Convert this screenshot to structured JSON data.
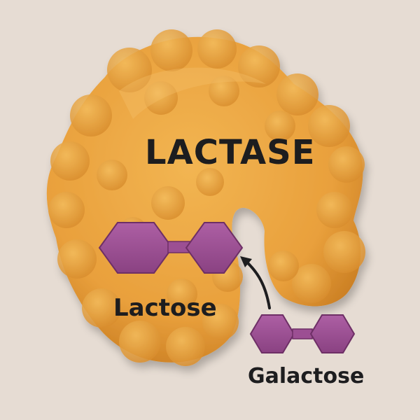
{
  "labels": {
    "enzyme": "LACTASE",
    "bound_substrate": "Lactose",
    "product": "Galactose"
  },
  "colors": {
    "background": "#e6dcd3",
    "enzyme_fill": "#e9a03c",
    "enzyme_shade": "#c97d22",
    "sugar_fill": "#9c4f93",
    "sugar_edge": "#6e2f66",
    "text": "#1d1d1f",
    "arrow": "#1d1d1f"
  },
  "icons": {
    "enzyme": "enzyme-blob",
    "bound_substrate": "disaccharide-hexagons",
    "product": "disaccharide-hexagons",
    "reaction": "curved-arrow"
  }
}
